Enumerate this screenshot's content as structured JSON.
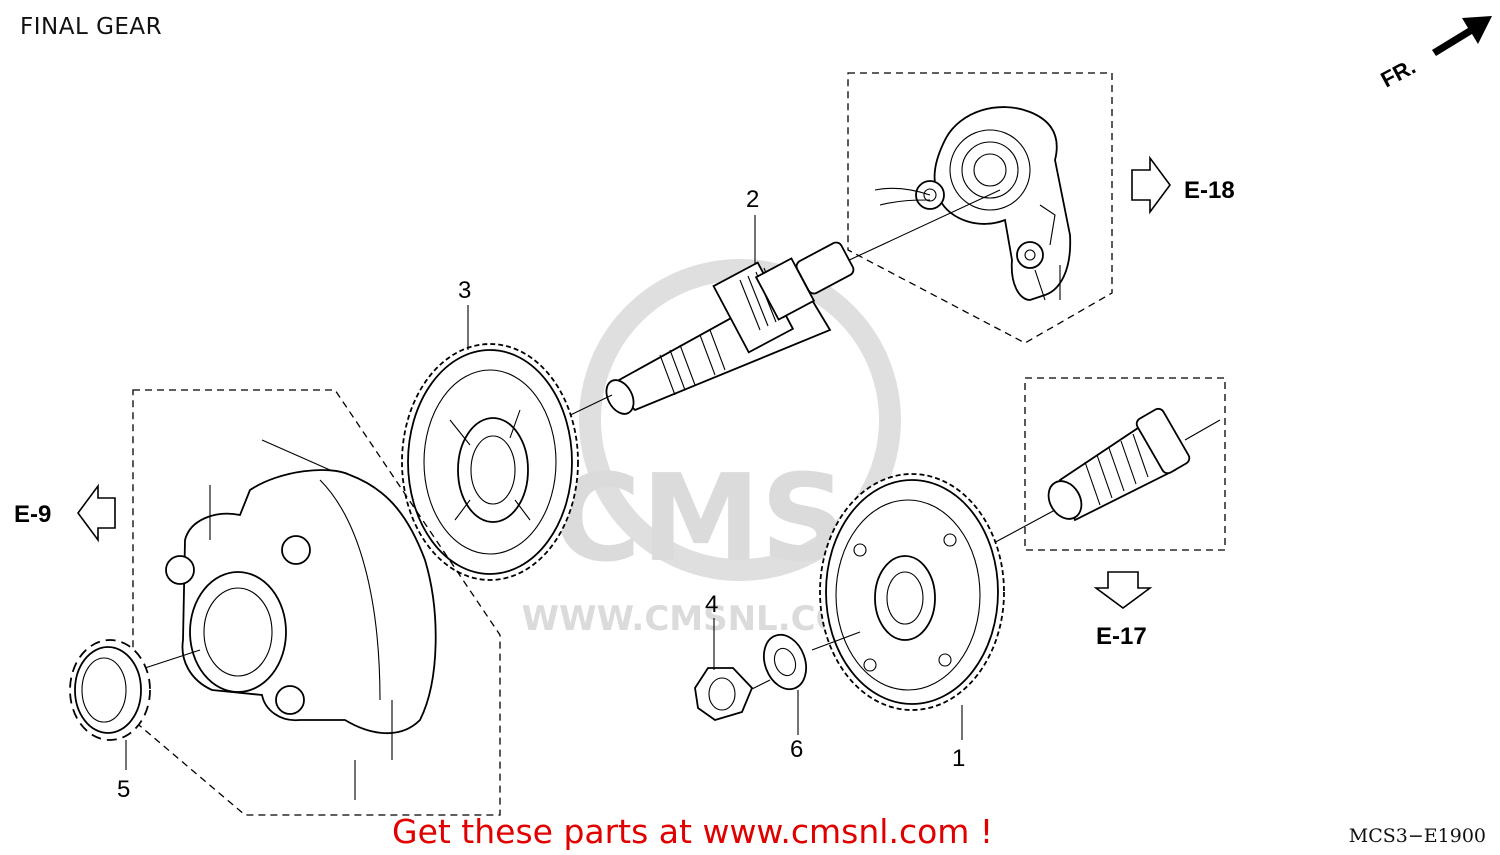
{
  "title": "FINAL GEAR",
  "orientation_marker": "FR.",
  "callouts": {
    "part_1": "1",
    "part_2": "2",
    "part_3": "3",
    "part_4": "4",
    "part_5": "5",
    "part_6": "6"
  },
  "references": {
    "e18": "E-18",
    "e9": "E-9",
    "e17": "E-17"
  },
  "watermark": {
    "brand": "CMS",
    "url": "WWW.CMSNL.COM"
  },
  "diagram_code": "MCS3−E1900",
  "promo_text": "Get these parts at www.cmsnl.com !",
  "colors": {
    "promo": "#e00000",
    "line": "#000000",
    "watermark": "#d8d8d8"
  }
}
